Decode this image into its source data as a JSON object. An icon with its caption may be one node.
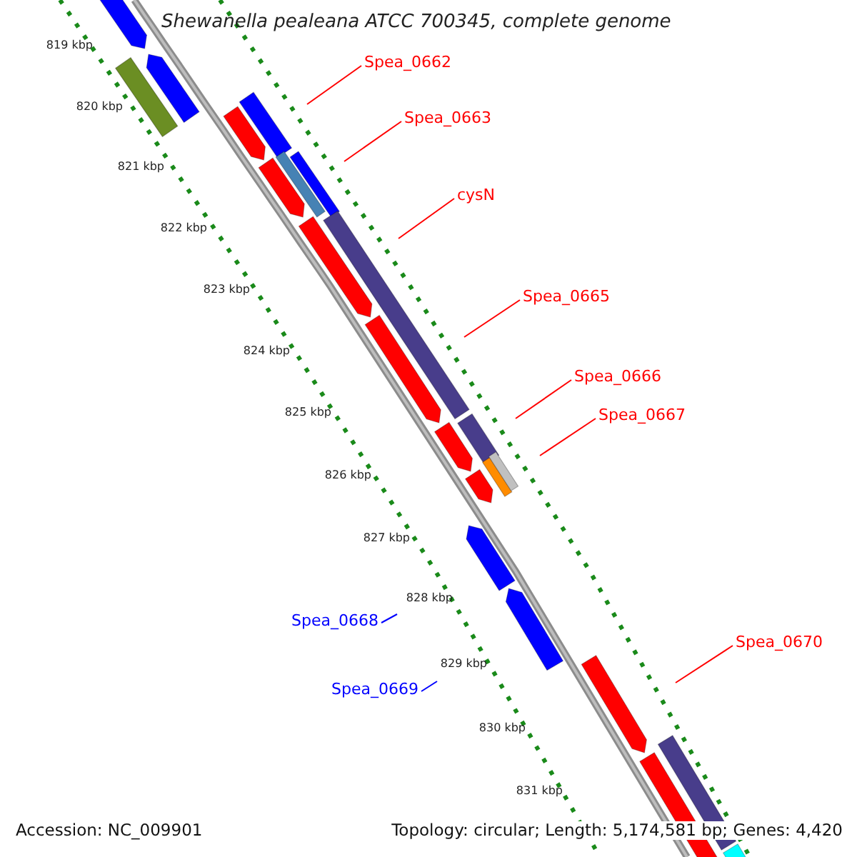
{
  "diagram": {
    "title": "Shewanella pealeana ATCC 700345, complete genome",
    "nodes": [
      {
        "text": [
          "Spea_0662"
        ]
      },
      {
        "text": [
          "Spea_0663"
        ]
      },
      {
        "text": [
          "cysN"
        ]
      },
      {
        "text": [
          "Spea_0665"
        ]
      },
      {
        "text": [
          "Spea_0666"
        ]
      },
      {
        "text": [
          "Spea_0667"
        ]
      },
      {
        "text": [
          "Spea_0668"
        ]
      },
      {
        "text": [
          "Spea_0669"
        ]
      },
      {
        "text": [
          "Spea_0670"
        ]
      }
    ],
    "edges": [
      {
        "from": 0,
        "to": null,
        "arrow": "none"
      },
      {
        "from": 1,
        "to": null,
        "arrow": "none"
      },
      {
        "from": 2,
        "to": null,
        "arrow": "none"
      },
      {
        "from": 3,
        "to": null,
        "arrow": "none"
      },
      {
        "from": 4,
        "to": null,
        "arrow": "none"
      },
      {
        "from": 5,
        "to": null,
        "arrow": "none"
      },
      {
        "from": 6,
        "to": null,
        "arrow": "none",
        "color": "#0000ff"
      },
      {
        "from": 7,
        "to": null,
        "arrow": "none",
        "color": "#0000ff"
      },
      {
        "from": 8,
        "to": null,
        "arrow": "none"
      }
    ],
    "labels": [
      "819 kbp",
      "820 kbp",
      "821 kbp",
      "822 kbp",
      "823 kbp",
      "824 kbp",
      "825 kbp",
      "826 kbp",
      "827 kbp",
      "828 kbp",
      "829 kbp",
      "830 kbp",
      "831 kbp",
      "Accession: NC_009901",
      "Topology: circular; Length: 5,174,581 bp; Genes: 4,420"
    ]
  }
}
